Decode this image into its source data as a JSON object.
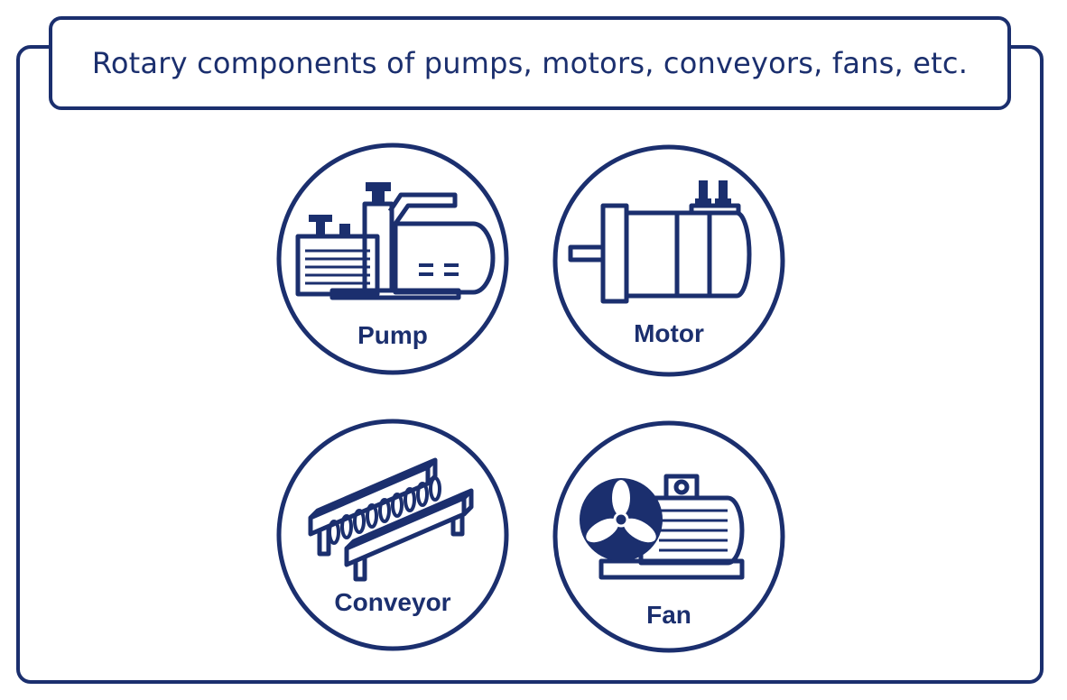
{
  "title": "Rotary components of pumps, motors, conveyors, fans, etc.",
  "items": [
    {
      "label": "Pump"
    },
    {
      "label": "Motor"
    },
    {
      "label": "Conveyor"
    },
    {
      "label": "Fan"
    }
  ],
  "colors": {
    "primary": "#1b2f6e",
    "background": "#ffffff"
  }
}
